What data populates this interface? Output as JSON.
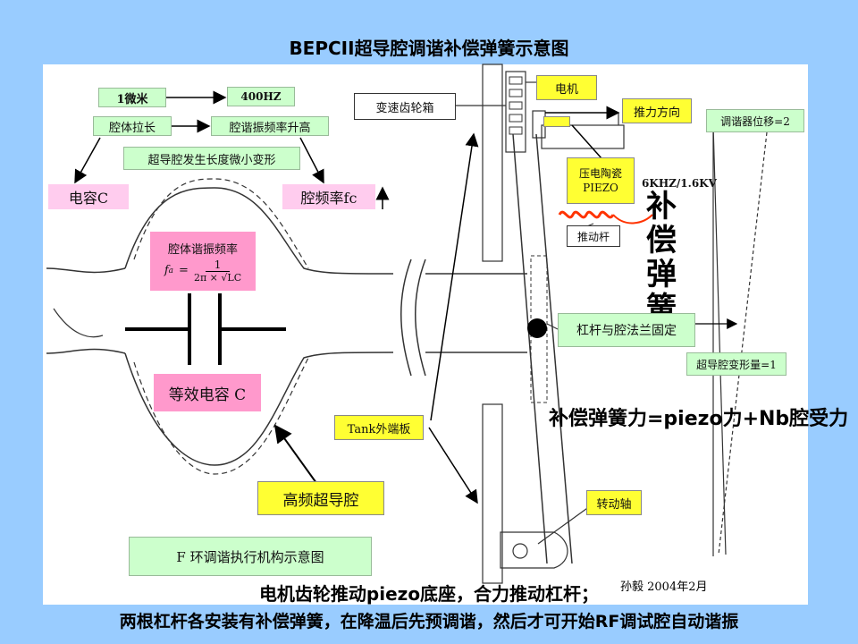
{
  "title": "BEPCII超导腔调谐补偿弹簧示意图",
  "labels": {
    "one_um": "1微米",
    "hz400": "400HZ",
    "cavity_stretch": "腔体拉长",
    "freq_rise": "腔谐振频率升高",
    "deform": "超导腔发生长度微小变形",
    "cap_c": "电容C",
    "cavity_freq": "腔频率fc",
    "resonance_title": "腔体谐振频率",
    "formula_lhs": "f",
    "formula_sub": "a",
    "formula_num": "1",
    "formula_den": "2π × √LC",
    "equiv_cap": "等效电容 C",
    "hf_cavity": "高频超导腔",
    "f_ring": "F 环调谐执行机构示意图",
    "gearbox": "变速齿轮箱",
    "motor": "电机",
    "thrust_dir": "推力方向",
    "piezo": "压电陶瓷 PIEZO",
    "piezo_spec": "6KHZ/1.6KV",
    "push_rod": "推动杆",
    "lever_fixed": "杠杆与腔法兰固定",
    "tuner_disp": "调谐器位移=2",
    "cavity_deform": "超导腔变形量=1",
    "tank": "Tank外端板",
    "shaft": "转动轴",
    "vertical": "补偿弹簧",
    "comp_force": "补偿弹簧力=piezo力+Nb腔受力",
    "signature": "孙毅  2004年2月"
  },
  "bottom_line1": "电机齿轮推动piezo底座，合力推动杠杆；",
  "bottom_line2": "两根杠杆各安装有补偿弹簧，在降温后先预调谐，然后才可开始RF调试腔自动谐振",
  "colors": {
    "background": "#99ccff",
    "green_box": "#ccffcc",
    "yellow_box": "#ffff33",
    "pink_box": "#ff99cc",
    "spring": "#ff3300"
  }
}
